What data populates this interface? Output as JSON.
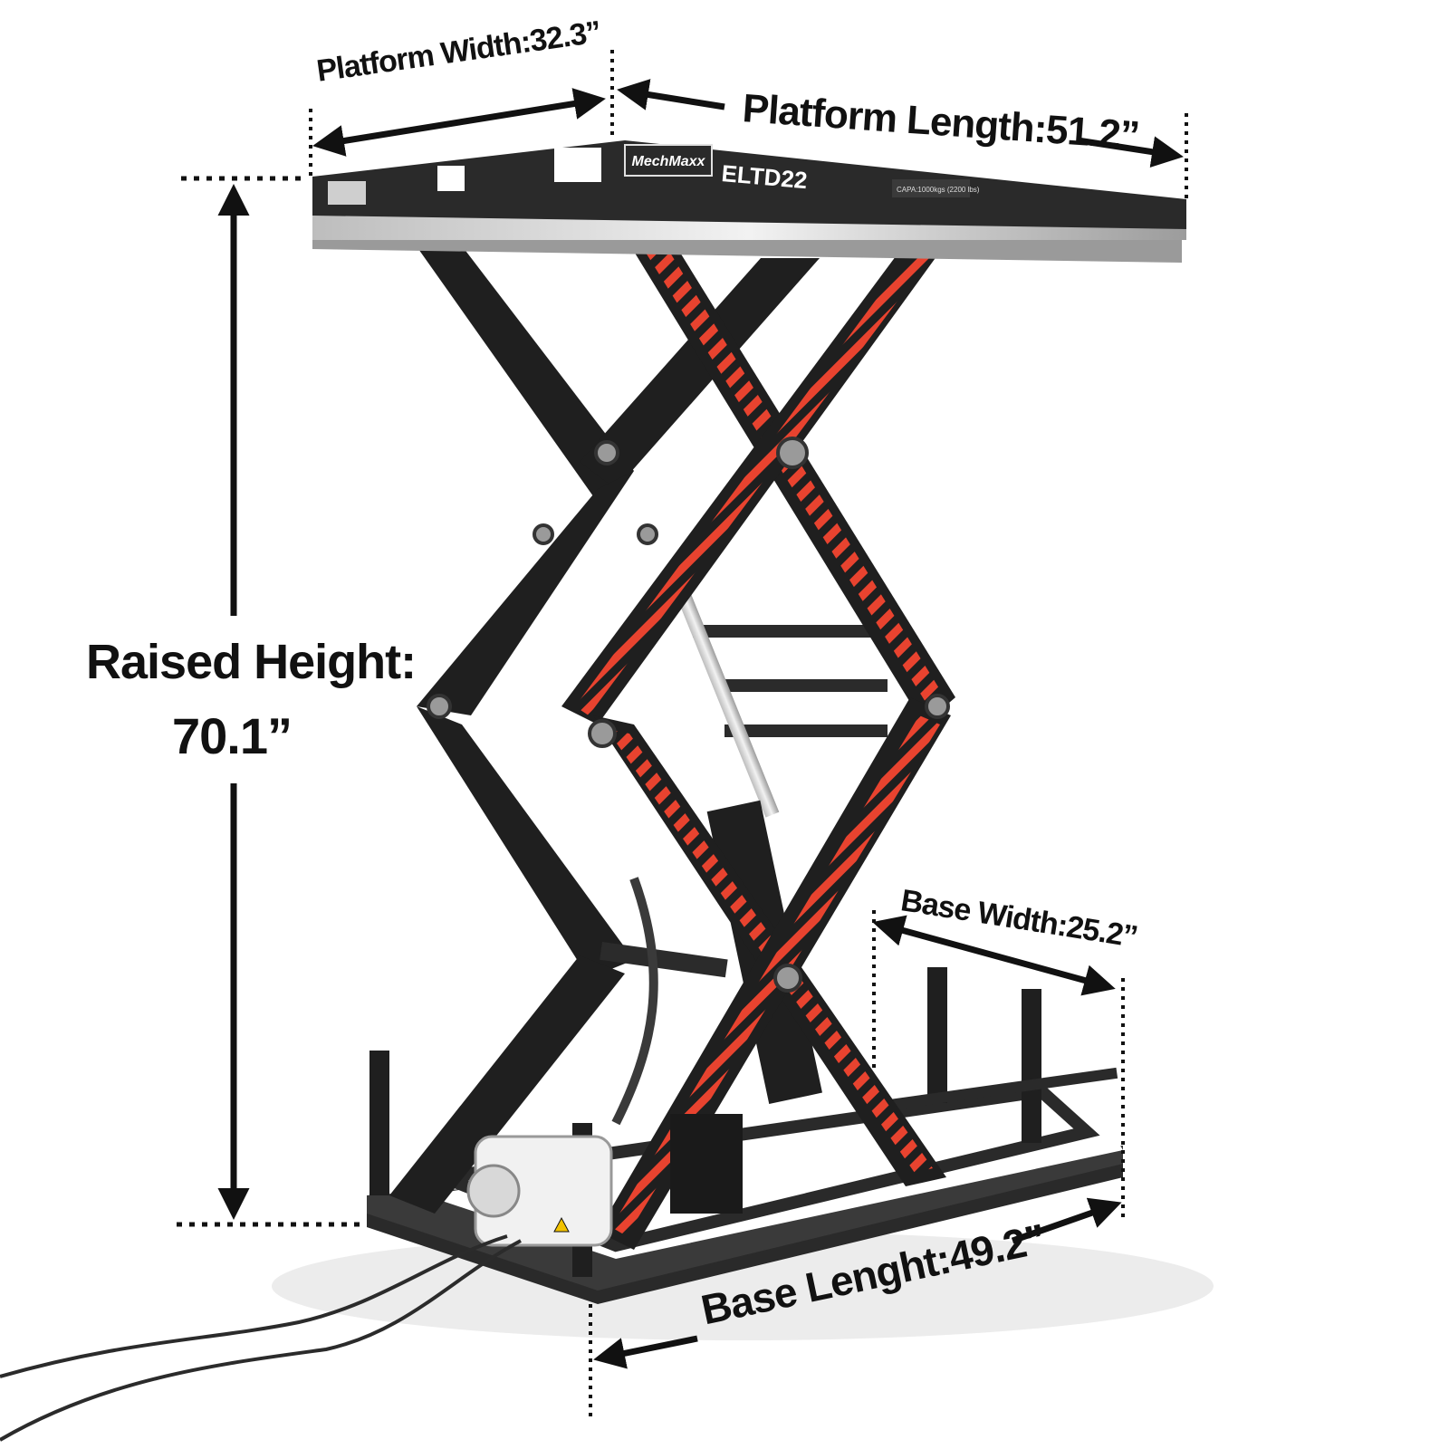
{
  "labels": {
    "platform_width": "Platform Width:32.3”",
    "platform_length": "Platform Length:51.2”",
    "raised_height_line1": "Raised Height:",
    "raised_height_line2": "70.1”",
    "base_width": "Base Width:25.2”",
    "base_length": "Base Lenght:49.2”"
  },
  "product": {
    "brand": "MechMaxx",
    "model": "ELTD22",
    "capacity_plate": "CAPA:1000kgs (2200 lbs)"
  },
  "colors": {
    "frame": "#1f1f1f",
    "stripe": "#e8432f",
    "platform_edge": "#c8c8c8",
    "text": "#111111"
  }
}
